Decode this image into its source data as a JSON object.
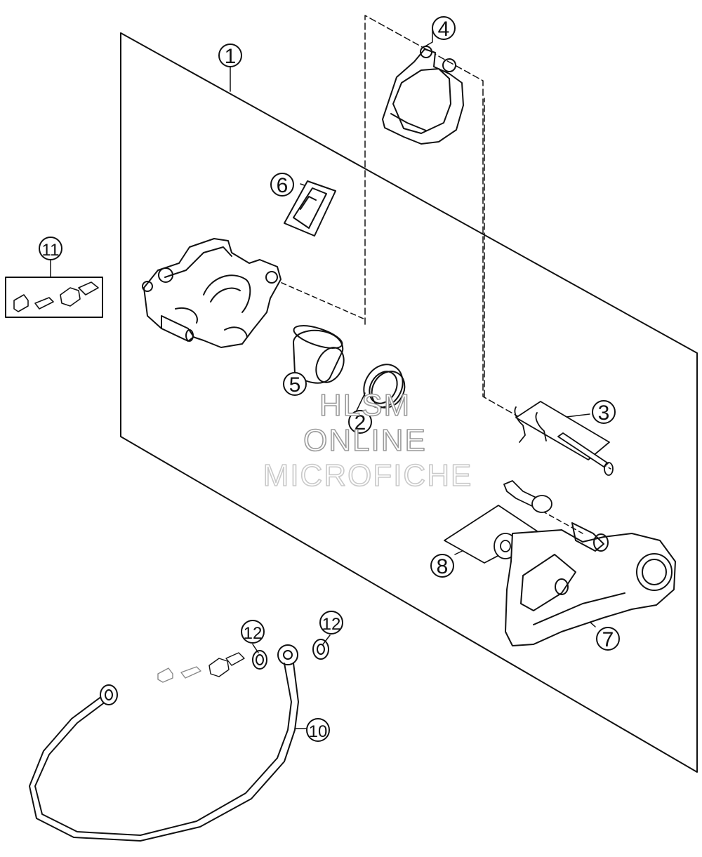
{
  "diagram": {
    "callouts": {
      "c1": "1",
      "c2": "2",
      "c3": "3",
      "c4": "4",
      "c5": "5",
      "c6": "6",
      "c7": "7",
      "c8": "8",
      "c10": "10",
      "c11": "11",
      "c12a": "12",
      "c12b": "12"
    }
  },
  "watermark": {
    "line1": "HLSM",
    "line2": "ONLINE",
    "line3": "MICROFICHE"
  }
}
